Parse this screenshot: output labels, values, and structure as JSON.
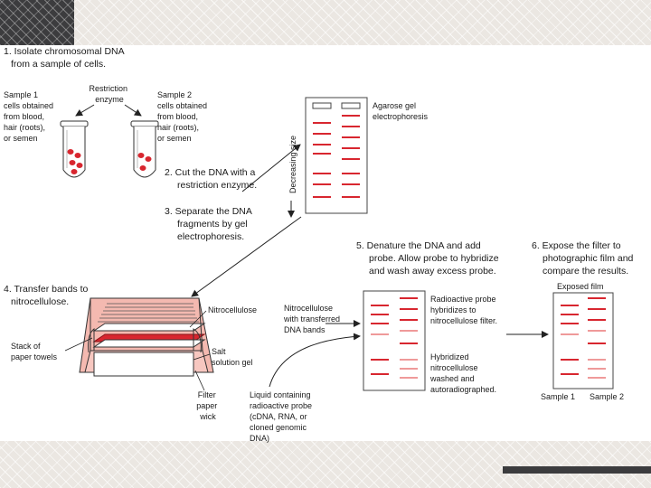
{
  "steps": {
    "s1": [
      "1. Isolate chromosomal DNA",
      "from a sample of cells."
    ],
    "s2": [
      "2. Cut the DNA with a",
      "restriction enzyme."
    ],
    "s3": [
      "3. Separate the DNA",
      "fragments by gel",
      "electrophoresis."
    ],
    "s4": [
      "4. Transfer bands to",
      "nitrocellulose."
    ],
    "s5": [
      "5. Denature the DNA and add",
      "probe. Allow probe to hybridize",
      "and wash away excess probe."
    ],
    "s6": [
      "6. Expose the filter to",
      "photographic film and",
      "compare the results."
    ]
  },
  "labels": {
    "sample1": [
      "Sample 1",
      "cells obtained",
      "from blood,",
      "hair (roots),",
      "or semen"
    ],
    "sample2": [
      "Sample 2",
      "cells obtained",
      "from blood,",
      "hair (roots),",
      "or semen"
    ],
    "restriction": [
      "Restriction",
      "enzyme"
    ],
    "decreasing_size": "Decreasing size",
    "agarose": [
      "Agarose gel",
      "electrophoresis"
    ],
    "nitrocellulose": "Nitrocellulose",
    "stack": [
      "Stack of",
      "paper towels"
    ],
    "salt": [
      "Salt",
      "solution gel"
    ],
    "filter": [
      "Filter",
      "paper",
      "wick"
    ],
    "transferred": [
      "Nitrocellulose",
      "with transferred",
      "DNA bands"
    ],
    "liquid": [
      "Liquid containing",
      "radioactive probe",
      "(cDNA, RNA, or",
      "cloned genomic",
      "DNA)"
    ],
    "radioactive": [
      "Radioactive probe",
      "hybridizes to",
      "nitrocellulose filter."
    ],
    "hybridized": [
      "Hybridized",
      "nitrocellulose",
      "washed and",
      "autoradiographed."
    ],
    "exposed": "Exposed film",
    "film_sample1": "Sample 1",
    "film_sample2": "Sample 2"
  },
  "colors": {
    "band_red": "#d8262f",
    "light_red": "#ef9a9a",
    "pink": "#f4b9b0",
    "slide_background": "#ebe7e2",
    "dark_accent": "#3c3c3e"
  }
}
